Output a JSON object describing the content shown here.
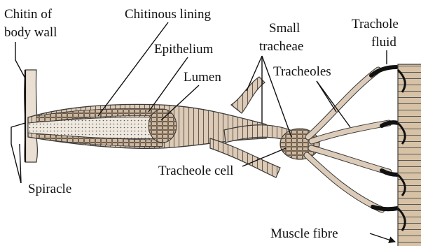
{
  "labels": {
    "chitin_body_wall_line1": "Chitin of",
    "chitin_body_wall_line2": "body wall",
    "chitinous_lining": "Chitinous lining",
    "epithelium": "Epithelium",
    "lumen": "Lumen",
    "small_tracheae_line1": "Small",
    "small_tracheae_line2": "tracheae",
    "trachole_fluid_line1": "Trachole",
    "trachole_fluid_line2": "fluid",
    "tracheoles": "Tracheoles",
    "spiracle": "Spiracle",
    "tracheole_cell": "Tracheole cell",
    "muscle_fibre": "Muscle fibre"
  },
  "colors": {
    "tube_fill": "#dccbb8",
    "tube_edge": "#3a3a3a",
    "muscle_fill": "#d7c2a6",
    "body_wall_fill": "#e9dfd2",
    "fluid": "#111111"
  },
  "icons": {
    "lead_arrow": "arrowhead"
  }
}
